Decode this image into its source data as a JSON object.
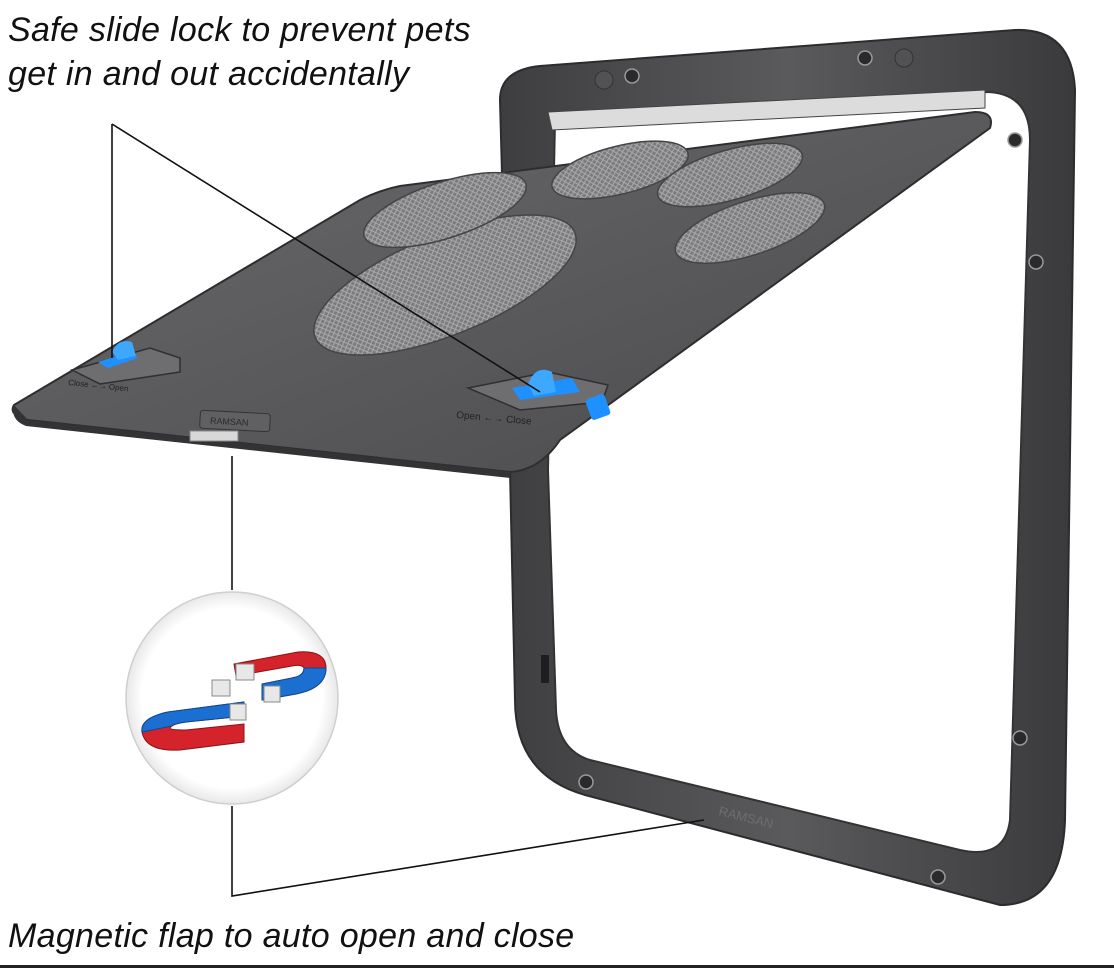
{
  "captions": {
    "top_line1": "Safe slide lock to prevent pets",
    "top_line2": "get in and out accidentally",
    "bottom": "Magnetic flap to auto open and close"
  },
  "product": {
    "frame_color": "#4a4a4c",
    "flap_color": "#565658",
    "mesh_color": "#8c8c8e",
    "lock_color": "#1e90ff",
    "magnet_colors": [
      "#1a6fd1",
      "#d4232a"
    ]
  },
  "lock_labels": {
    "left": "Close ←→ Open",
    "right": "Open ←→ Close"
  },
  "brand_mark": "RAMSAN"
}
